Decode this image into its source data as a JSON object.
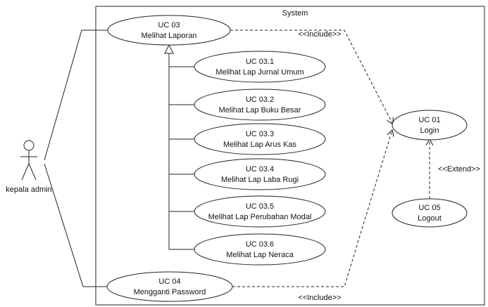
{
  "system": {
    "label": "System"
  },
  "actor": {
    "name": "kepala admin"
  },
  "use_cases": {
    "uc03": {
      "id": "UC 03",
      "name": "Melihat Laporan"
    },
    "uc031": {
      "id": "UC 03.1",
      "name": "Melihat Lap Jurnal Umum"
    },
    "uc032": {
      "id": "UC 03.2",
      "name": "Melihat Lap Buku Besar"
    },
    "uc033": {
      "id": "UC 03.3",
      "name": "Melihat Lap Arus Kas"
    },
    "uc034": {
      "id": "UC 03.4",
      "name": "Melihat Lap Laba Rugi"
    },
    "uc035": {
      "id": "UC 03.5",
      "name": "Melihat Lap Perubahan Modal"
    },
    "uc036": {
      "id": "UC 03.6",
      "name": "Melihat Lap Neraca"
    },
    "uc04": {
      "id": "UC 04",
      "name": "Mengganti Password"
    },
    "uc01": {
      "id": "UC 01",
      "name": "Login"
    },
    "uc05": {
      "id": "UC 05",
      "name": "Logout"
    }
  },
  "relations": {
    "include_top": "<<Include>>",
    "include_bottom": "<<Include>>",
    "extend": "<<Extend>>"
  }
}
